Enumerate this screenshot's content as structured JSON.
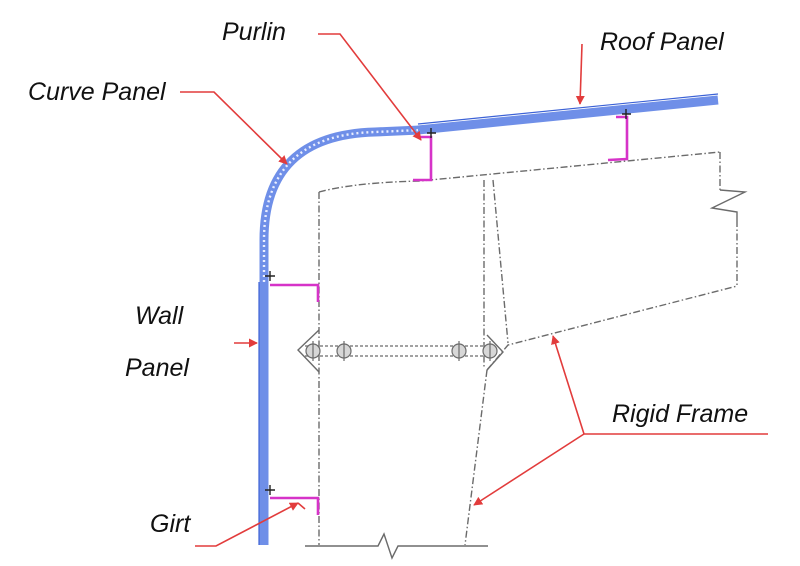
{
  "labels": {
    "purlin": "Purlin",
    "roof_panel": "Roof Panel",
    "curve_panel": "Curve Panel",
    "wall": "Wall",
    "panel": "Panel",
    "rigid_frame": "Rigid Frame",
    "girt": "Girt"
  },
  "colors": {
    "panel_blue": "#6f8fe8",
    "panel_edge": "#3c62d6",
    "member_magenta": "#d633c8",
    "leader_red": "#e23c3c",
    "frame_gray": "#6b6b6b",
    "text": "#111111"
  }
}
